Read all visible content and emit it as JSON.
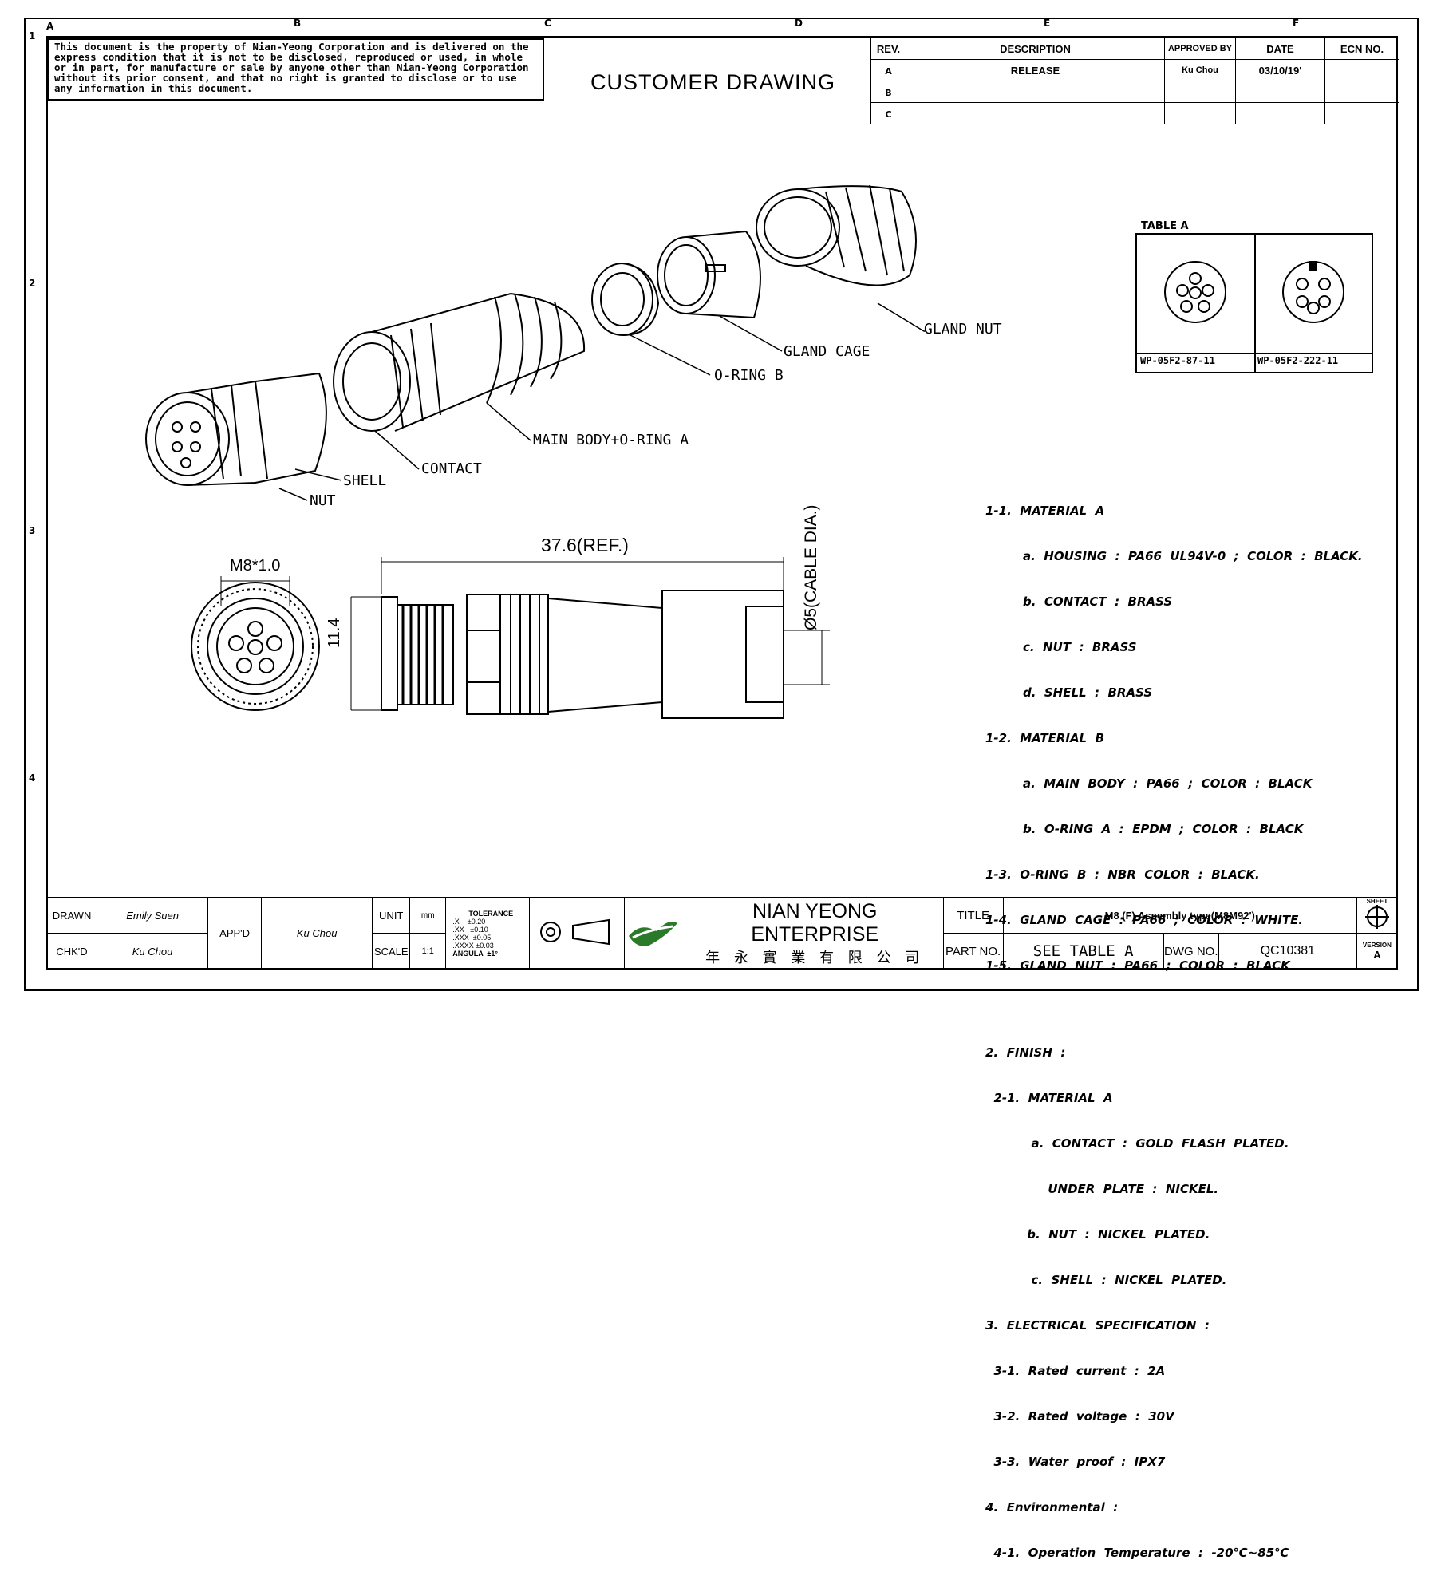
{
  "zones": {
    "columns": [
      "A",
      "B",
      "C",
      "D",
      "E",
      "F"
    ],
    "rows": [
      "1",
      "2",
      "3",
      "4"
    ]
  },
  "notice": "This document is the property of Nian-Yeong Corporation and is delivered on the express condition that it is not to be disclosed, reproduced or used, in whole or in part, for manufacture or sale by anyone other than Nian-Yeong Corporation without its prior consent, and that no right is granted to disclose or to use any information in this document.",
  "drawing_title": "CUSTOMER  DRAWING",
  "revision_table": {
    "headers": [
      "REV.",
      "DESCRIPTION",
      "APPROVED BY",
      "DATE",
      "ECN NO."
    ],
    "rows": [
      {
        "rev": "A",
        "description": "RELEASE",
        "approved": "Ku Chou",
        "date": "03/10/19'",
        "ecn": ""
      },
      {
        "rev": "B",
        "description": "",
        "approved": "",
        "date": "",
        "ecn": ""
      },
      {
        "rev": "C",
        "description": "",
        "approved": "",
        "date": "",
        "ecn": ""
      }
    ]
  },
  "callouts": {
    "gland_nut": "GLAND NUT",
    "gland_cage": "GLAND CAGE",
    "o_ring_b": "O-RING B",
    "main_body": "MAIN BODY+O-RING A",
    "contact": "CONTACT",
    "shell": "SHELL",
    "nut": "NUT"
  },
  "table_a": {
    "title": "TABLE A",
    "parts": [
      "WP-05F2-87-11",
      "WP-05F2-222-11"
    ]
  },
  "dimensions": {
    "thread": "M8*1.0",
    "length": "37.6(REF.)",
    "height": "11.4",
    "cable": "Ø5(CABLE DIA.)"
  },
  "specs": [
    "1-1.  MATERIAL  A",
    "         a.  HOUSING  :  PA66  UL94V-0  ;  COLOR  :  BLACK.",
    "         b.  CONTACT  :  BRASS",
    "         c.  NUT  :  BRASS",
    "         d.  SHELL  :  BRASS",
    "1-2.  MATERIAL  B",
    "         a.  MAIN  BODY  :  PA66  ;  COLOR  :  BLACK",
    "         b.  O-RING  A  :  EPDM  ;  COLOR  :  BLACK",
    "1-3.  O-RING  B  :  NBR  COLOR  :  BLACK.",
    "1-4.  GLAND  CAGE  :  PA66  ;  COLOR  :  WHITE.",
    "1-5.  GLAND  NUT  :  PA66  ;  COLOR  :  BLACK",
    "",
    "2.  FINISH  :",
    "  2-1.  MATERIAL  A",
    "           a.  CONTACT  :  GOLD  FLASH  PLATED.",
    "               UNDER  PLATE  :  NICKEL.",
    "          b.  NUT  :  NICKEL  PLATED.",
    "           c.  SHELL  :  NICKEL  PLATED.",
    "3.  ELECTRICAL  SPECIFICATION  :",
    "  3-1.  Rated  current  :  2A",
    "  3-2.  Rated  voltage  :  30V",
    "  3-3.  Water  proof  :  IPX7",
    "4.  Environmental  :",
    "  4-1.  Operation  Temperature  :  -20℃~85℃"
  ],
  "title_block": {
    "drawn_label": "DRAWN",
    "drawn": "Emily Suen",
    "chkd_label": "CHK'D",
    "chkd": "Ku Chou",
    "appd_label": "APP'D",
    "appd": "Ku Chou",
    "unit_label": "UNIT",
    "unit": "mm",
    "scale_label": "SCALE",
    "scale": "1:1",
    "tolerance_title": "TOLERANCE",
    "tolerances": [
      ".X    ±0.20",
      ".XX   ±0.10",
      ".XXX  ±0.05",
      ".XXXX ±0.03",
      "ANGULA  ±1°"
    ],
    "company": "NIAN YEONG ENTERPRISE",
    "company_cn": "年 永 實 業 有 限 公 司",
    "title_label": "TITLE",
    "title": "M8 (F) Assembly type(M8M92')",
    "part_label": "PART NO.",
    "part": "SEE TABLE A",
    "dwg_label": "DWG NO.",
    "dwg": "QC10381",
    "sheet_label": "SHEET",
    "version_label": "VERSION",
    "version": "A"
  }
}
